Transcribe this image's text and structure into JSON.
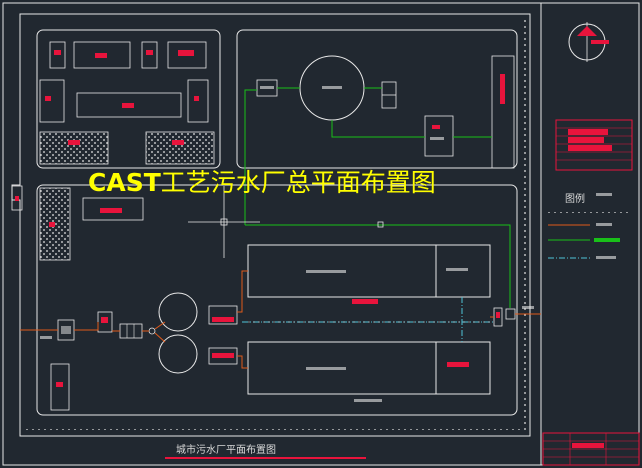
{
  "main_title": {
    "prefix": "CAST",
    "rest": "工艺污水厂总平面布置图"
  },
  "drawing_title": "城市污水厂平面布置图",
  "legend": {
    "title": "图例"
  },
  "colors": {
    "background": "#212830",
    "line": "#e8e8e8",
    "red_block": "#e8143c",
    "sludge_pipe": "#19c019",
    "water_pipe": "#e05a1a",
    "air_pipe": "#4fc3d9",
    "title_text": "#ffff00"
  }
}
